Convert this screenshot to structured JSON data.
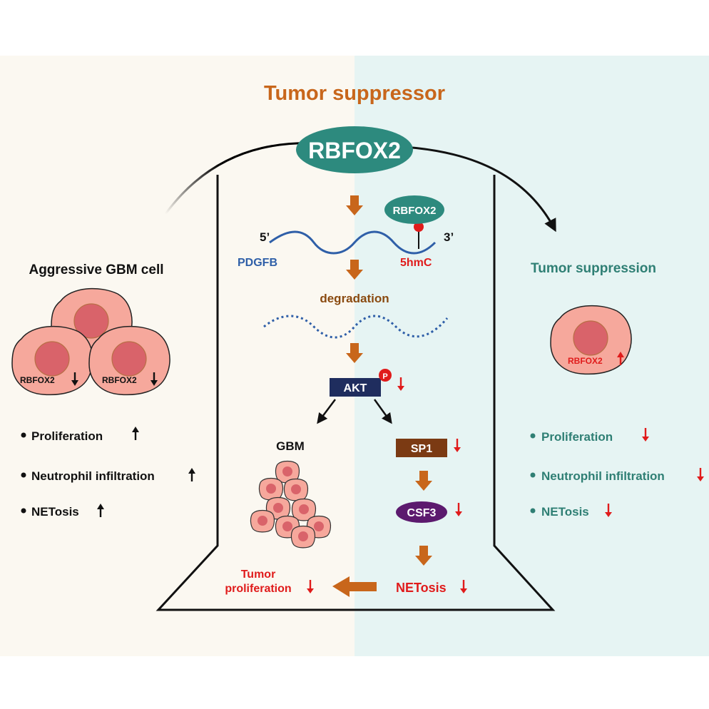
{
  "title": "Tumor suppressor",
  "center_protein": "RBFOX2",
  "left_panel": {
    "heading": "Aggressive GBM cell",
    "cell_labels": [
      "RBFOX2",
      "RBFOX2"
    ],
    "effects": [
      "Proliferation",
      "Neutrophil infiltration",
      "NETosis"
    ]
  },
  "right_panel": {
    "heading": "Tumor suppression",
    "cell_label": "RBFOX2",
    "effects": [
      "Proliferation",
      "Neutrophil infiltration",
      "NETosis"
    ]
  },
  "pathway": {
    "bound_protein": "RBFOX2",
    "five_prime": "5’",
    "three_prime": "3’",
    "mrna_label": "PDGFB",
    "modification_label": "5hmC",
    "degradation_label": "degradation",
    "akt_label": "AKT",
    "phospho_label": "P",
    "gbm_label": "GBM",
    "sp1_label": "SP1",
    "csf3_label": "CSF3",
    "tumor_prolif_line1": "Tumor",
    "tumor_prolif_line2": "proliferation",
    "netosis_label": "NETosis"
  },
  "colors": {
    "left_bg": "#fbf8f1",
    "right_bg": "#e6f4f3",
    "title": "#c8661b",
    "teal": "#2d8a7e",
    "teal_text": "#2f7f74",
    "orange_arrow": "#c8661b",
    "down_red": "#e01b1b",
    "blue_text": "#2f5fa8",
    "akt_box": "#1f2d5e",
    "sp1_box": "#7b3a13",
    "csf3_oval": "#5c1a6e",
    "cell_fill": "#f6a89c",
    "nucleus_fill": "#d9636a"
  }
}
